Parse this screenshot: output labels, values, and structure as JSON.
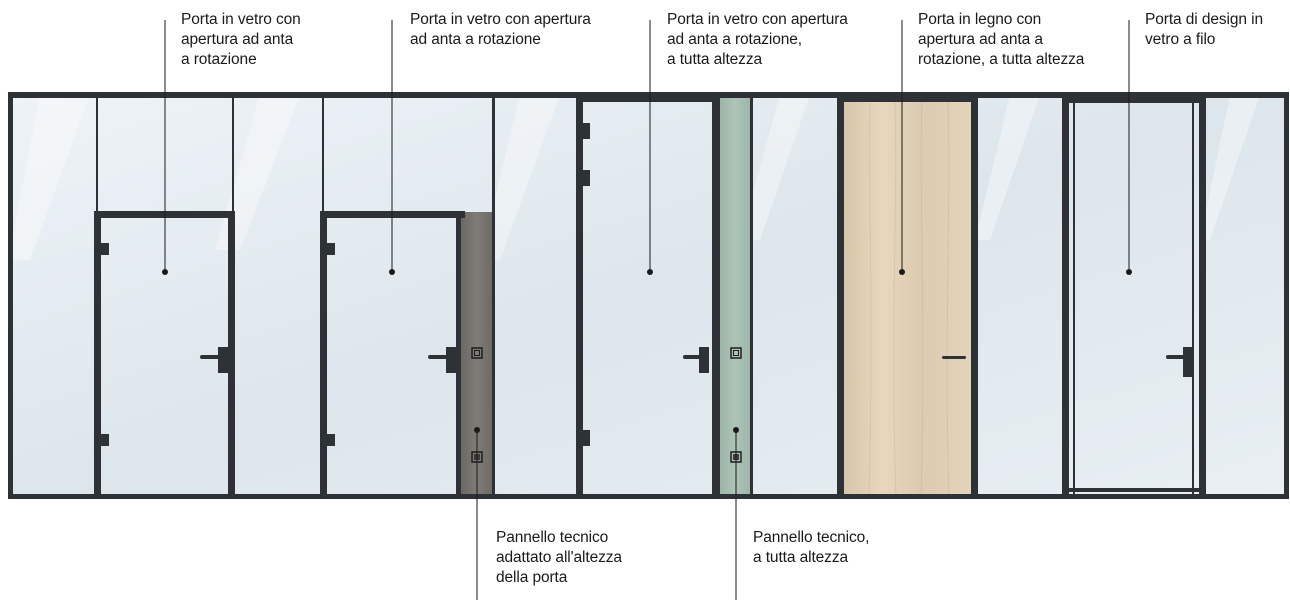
{
  "labels": {
    "top": [
      {
        "lines": [
          "Porta in vetro con",
          "apertura ad anta",
          "a rotazione"
        ]
      },
      {
        "lines": [
          "Porta in vetro con apertura",
          "ad anta a rotazione"
        ]
      },
      {
        "lines": [
          "Porta in vetro con apertura",
          "ad anta a rotazione,",
          "a tutta altezza"
        ]
      },
      {
        "lines": [
          "Porta in legno con",
          "apertura ad anta a",
          "rotazione, a tutta altezza"
        ]
      },
      {
        "lines": [
          "Porta di design in",
          "vetro a filo"
        ]
      }
    ],
    "bottom": [
      {
        "lines": [
          "Pannello tecnico",
          "adattato all'altezza",
          "della porta"
        ]
      },
      {
        "lines": [
          "Pannello tecnico,",
          "a tutta altezza"
        ]
      }
    ]
  },
  "colors": {
    "frame": "#2e3236",
    "glass": "#e6edf2",
    "panel_grey": "#77736e",
    "panel_green": "#a7bfb2",
    "wood": "#e1d1b6",
    "leader": "#1a1a1a"
  }
}
